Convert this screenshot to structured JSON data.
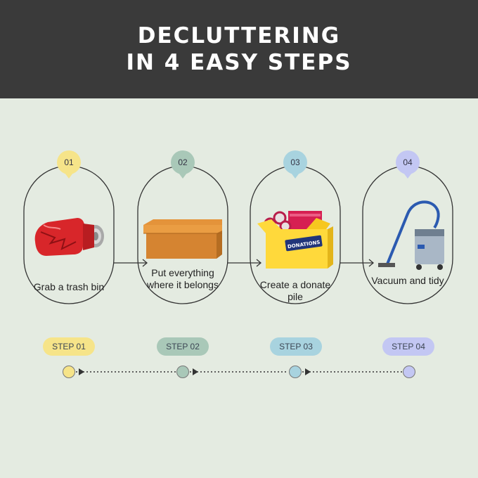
{
  "header": {
    "line1": "DECLUTTERING",
    "line2": "IN 4 EASY STEPS"
  },
  "steps": [
    {
      "number": "01",
      "label": "Grab a trash bin",
      "step_label": "STEP 01",
      "color": "#f6e489",
      "icon": "crushed-can-icon"
    },
    {
      "number": "02",
      "label": "Put everything where it belongs",
      "step_label": "STEP 02",
      "color": "#a9c8b8",
      "icon": "cardboard-box-icon"
    },
    {
      "number": "03",
      "label": "Create a donate pile",
      "step_label": "STEP 03",
      "color": "#a8d3df",
      "icon": "donation-box-icon"
    },
    {
      "number": "04",
      "label": "Vacuum and tidy",
      "step_label": "STEP 04",
      "color": "#c3c7f3",
      "icon": "vacuum-cleaner-icon"
    }
  ],
  "donation_box_text": "DONATIONS"
}
